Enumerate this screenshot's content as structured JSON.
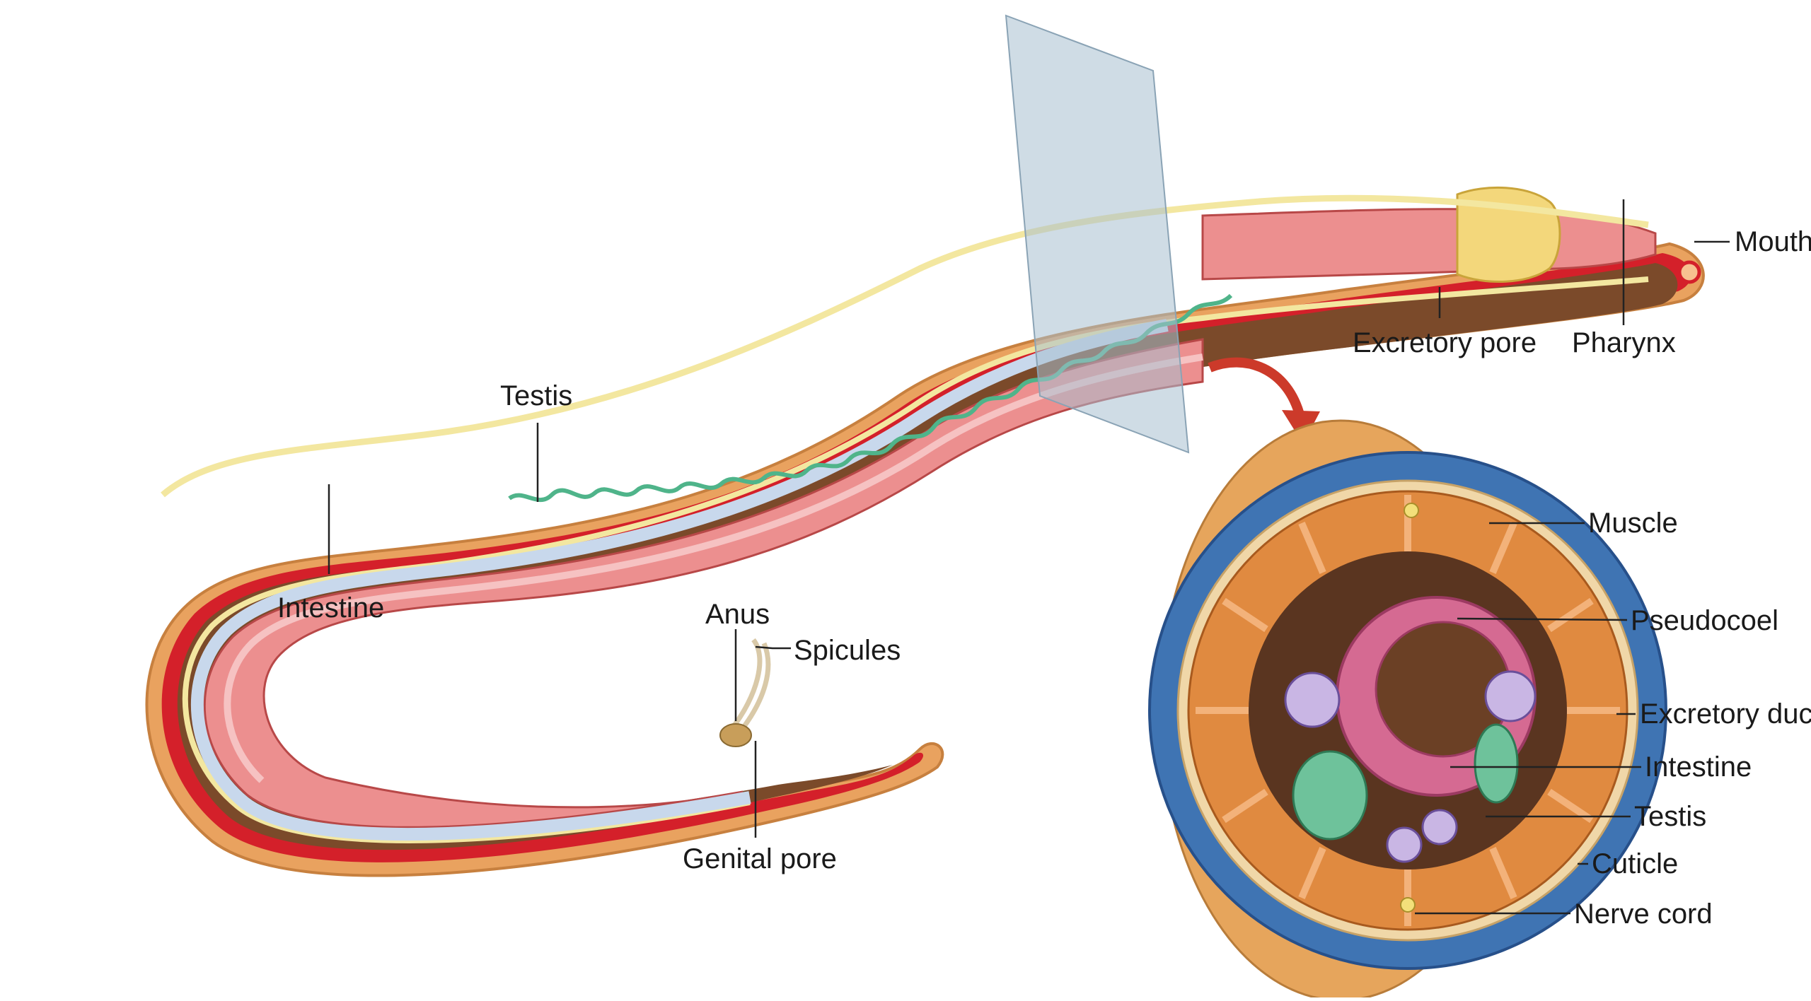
{
  "labels": {
    "mouth": "Mouth",
    "pharynx": "Pharynx",
    "excretory_pore": "Excretory pore",
    "testis_body": "Testis",
    "intestine_body": "Intestine",
    "anus": "Anus",
    "spicules": "Spicules",
    "genital_pore": "Genital pore",
    "muscle": "Muscle",
    "pseudocoel": "Pseudocoel",
    "excretory_duct": "Excretory duct",
    "intestine_section": "Intestine",
    "testis_section": "Testis",
    "cuticle": "Cuticle",
    "nerve_cord": "Nerve cord"
  },
  "colors": {
    "cuticle_outer": "#e9a25f",
    "body_wall_red": "#d4202a",
    "pseudocoel_brown": "#7b4a2a",
    "intestine_pink": "#ec8f8f",
    "nerve_yellow": "#f3e7a0",
    "excretory_blue": "#c8d8ec",
    "testis_green": "#4fb48a",
    "section_plane": "#a7bfcf",
    "arrow_red": "#cc3a2a",
    "section_cell_blue": "#3f74b3",
    "section_muscle_orange": "#e08a40"
  }
}
